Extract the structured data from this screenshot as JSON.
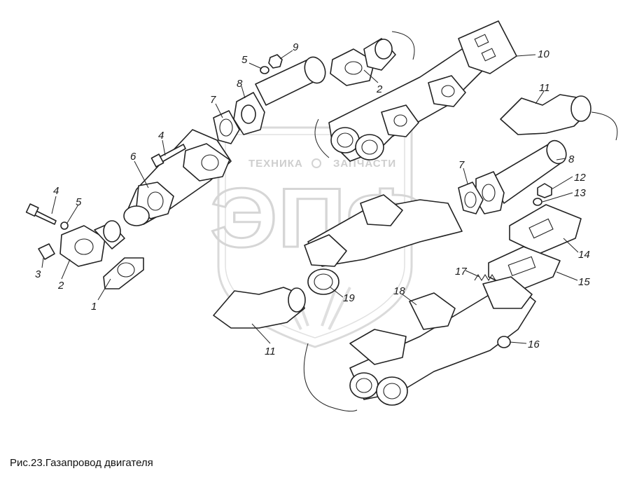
{
  "caption": "Рис.23.Газапровод двигателя",
  "watermark": {
    "line_left": "ТЕХНИКА",
    "line_right": "ЗАПЧАСТИ",
    "logo_letters": "ЭПФ"
  },
  "callouts": {
    "c1": "1",
    "c2a": "2",
    "c2b": "2",
    "c3": "3",
    "c4a": "4",
    "c4b": "4",
    "c5a": "5",
    "c5b": "5",
    "c6": "6",
    "c7a": "7",
    "c7b": "7",
    "c8a": "8",
    "c8b": "8",
    "c9": "9",
    "c10": "10",
    "c11a": "11",
    "c11b": "11",
    "c12": "12",
    "c13": "13",
    "c14": "14",
    "c15": "15",
    "c16": "16",
    "c17": "17",
    "c18": "18",
    "c19": "19"
  },
  "colors": {
    "line": "#222222",
    "watermark": "#cfcfcf",
    "background": "#ffffff"
  }
}
